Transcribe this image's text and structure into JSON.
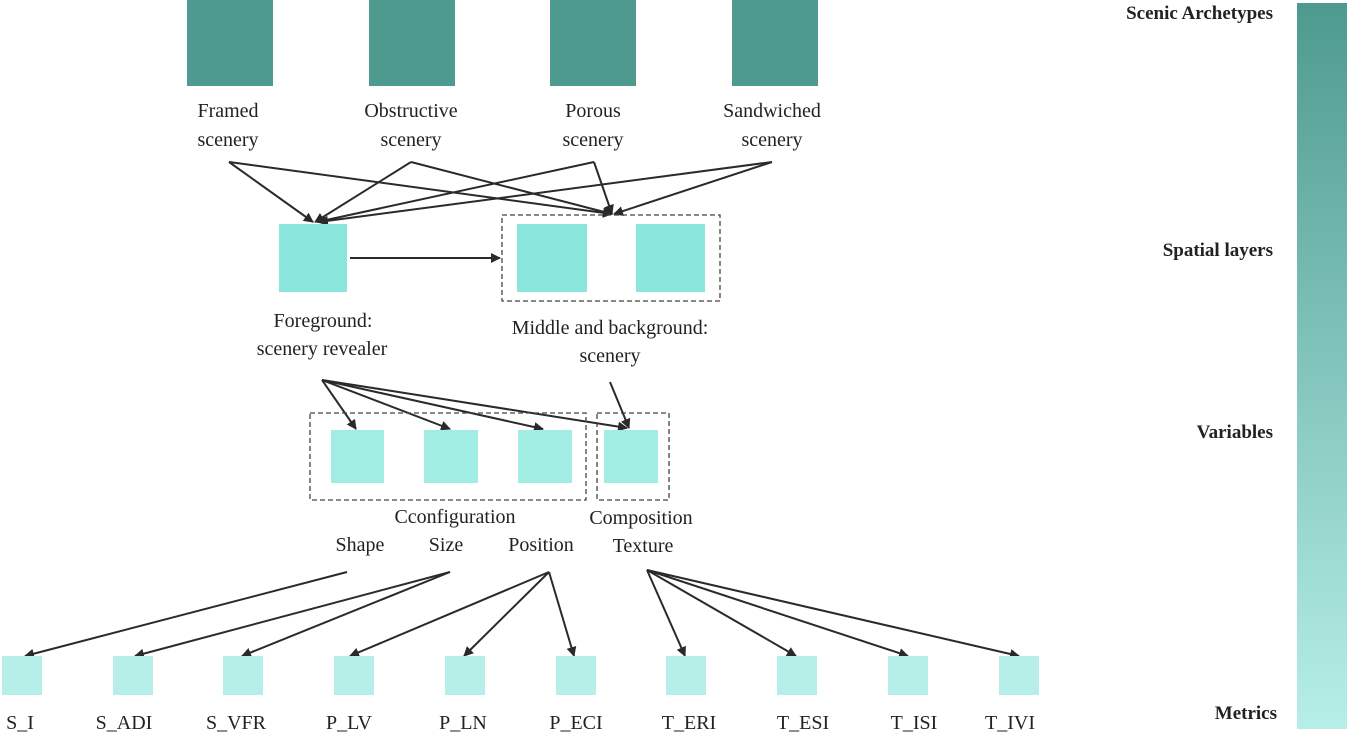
{
  "levels": {
    "archetypes": "Scenic Archetypes",
    "layers": "Spatial layers",
    "variables": "Variables",
    "metrics": "Metrics"
  },
  "archetypes": [
    {
      "line1": "Framed",
      "line2": "scenery"
    },
    {
      "line1": "Obstructive",
      "line2": "scenery"
    },
    {
      "line1": "Porous",
      "line2": "scenery"
    },
    {
      "line1": "Sandwiched",
      "line2": "scenery"
    }
  ],
  "layers": {
    "foreground": {
      "line1": "Foreground:",
      "line2": "scenery  revealer"
    },
    "middle_background": {
      "line1": "Middle and background:",
      "line2": "scenery"
    }
  },
  "variables": {
    "configuration_group": "Cconfiguration",
    "composition_group": "Composition",
    "items": [
      "Shape",
      "Size",
      "Position",
      "Texture"
    ]
  },
  "metrics": [
    "S_I",
    "S_ADI",
    "S_VFR",
    "P_LV",
    "P_LN",
    "P_ECI",
    "T_ERI",
    "T_ESI",
    "T_ISI",
    "T_IVI"
  ],
  "colors": {
    "archetype_box": "#4e9a8f",
    "layer_box": "#8ae6dc",
    "variable_box": "#a2ede3",
    "metric_box": "#b6efe8",
    "gradient_top": "#4e9a8f",
    "gradient_bottom": "#b6efe8"
  }
}
